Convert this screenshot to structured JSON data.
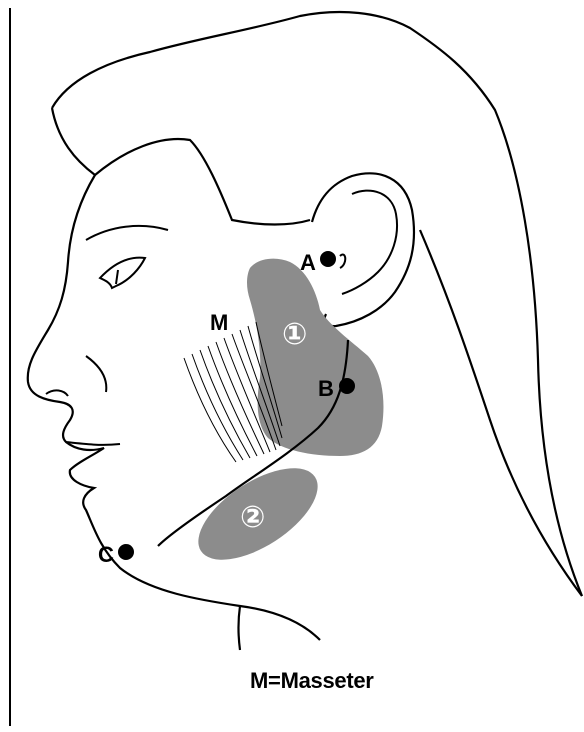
{
  "diagram": {
    "labels": {
      "A": "A",
      "B": "B",
      "C": "C",
      "M": "M",
      "region_1": "①",
      "region_2": "②"
    },
    "caption": "M=Masseter",
    "colors": {
      "line": "#000000",
      "region_fill": "#8c8c8c",
      "background": "#ffffff"
    }
  }
}
